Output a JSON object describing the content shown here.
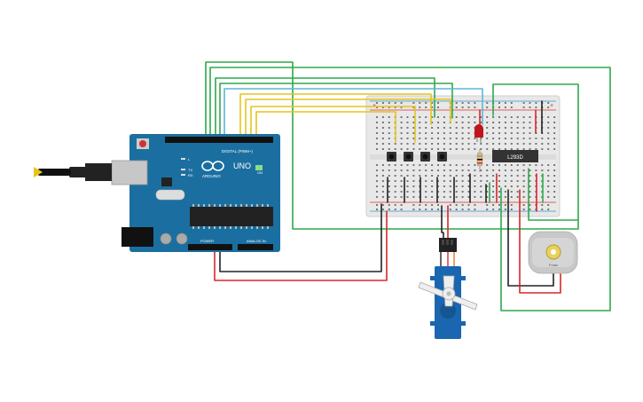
{
  "arduino": {
    "brand": "UNO",
    "sub_brand": "ARDUINO",
    "digital_label": "DIGITAL (PWM~)",
    "power_label": "POWER",
    "analog_label": "ANALOG IN",
    "on_label": "ON",
    "tx_label": "TX",
    "rx_label": "RX",
    "l_label": "L"
  },
  "breadboard": {
    "ic_label": "L293D"
  },
  "motor": {
    "label": "Fmax"
  },
  "colors": {
    "arduino_board": "#1b6fa0",
    "breadboard": "#e9e9e9",
    "wire_green": "#2ea84a",
    "wire_yellow": "#e5c41f",
    "wire_blue": "#5bb6d8",
    "wire_red": "#d62828",
    "wire_black": "#222222",
    "servo_body": "#1a66b0",
    "led": "#c0141c"
  }
}
